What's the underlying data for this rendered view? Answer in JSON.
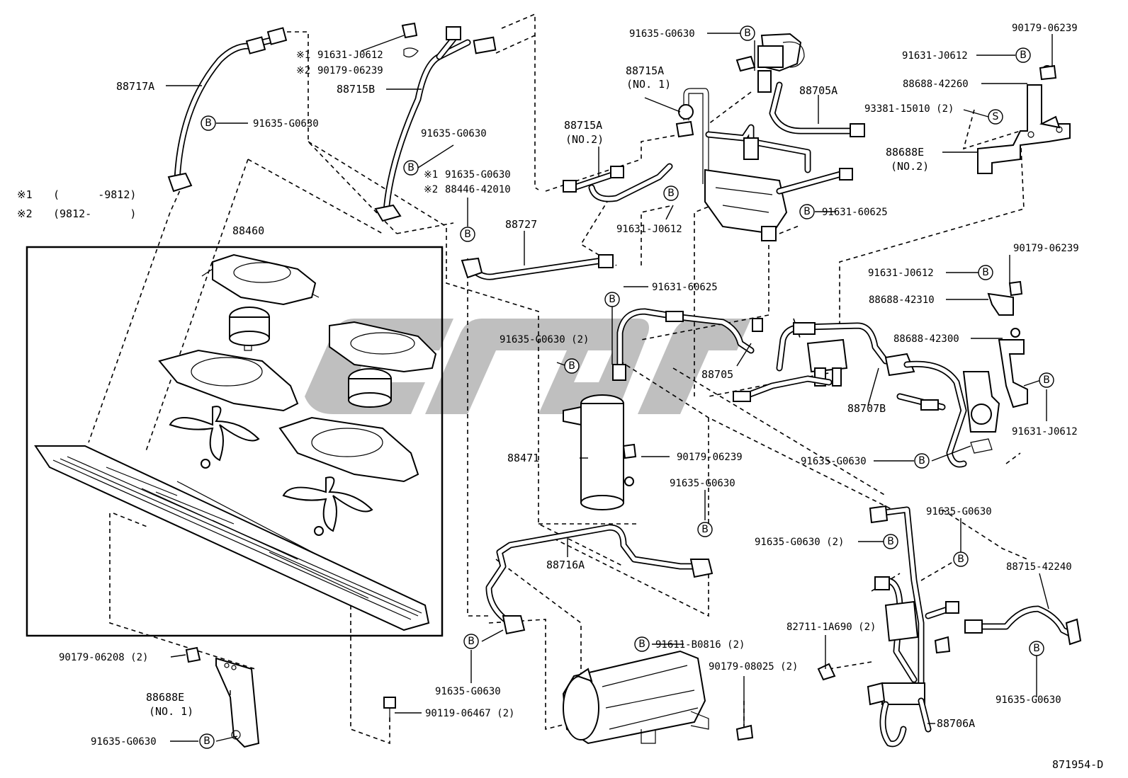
{
  "diagram_id": "871954-D",
  "legend": {
    "note1_mark": "※1",
    "note1_range": "(      -9812)",
    "note2_mark": "※2",
    "note2_range": "(9812-      )"
  },
  "markers": {
    "bolt": "B",
    "screw": "S"
  },
  "labels": {
    "p88717A": "88717A",
    "p88715B": "88715B",
    "p88715A_no1": "88715A",
    "p88715A_no1_sub": "(NO. 1)",
    "p88715A_no2": "88715A",
    "p88715A_no2_sub": "(NO.2)",
    "p88705A": "88705A",
    "p88727": "88727",
    "p88460": "88460",
    "p88705": "88705",
    "p88707B": "88707B",
    "p88471": "88471",
    "p88716A": "88716A",
    "p88688E_no2": "88688E",
    "p88688E_no2_sub": "(NO.2)",
    "p88688E_no1": "88688E",
    "p88688E_no1_sub": "(NO. 1)",
    "p88715_42240": "88715-42240",
    "p88706A": "88706A",
    "p88688_42260": "88688-42260",
    "p88688_42310": "88688-42310",
    "p88688_42300": "88688-42300",
    "note_j0612_mark": "※1",
    "note_j0612": "91631-J0612",
    "note_06239_mark": "※2",
    "note_06239": "90179-06239",
    "note_g0630_mark": "※1",
    "note_g0630": "91635-G0630",
    "note_42010_mark": "※2",
    "note_42010": "88446-42010",
    "b_88717": "91635-G0630",
    "b_88715b": "91635-G0630",
    "b_top_valve": "91635-G0630",
    "b_j0612_mid": "91631-J0612",
    "b_60625_mid": "91631-60625",
    "b_60625_lower": "91631-60625",
    "b_g0630_2_mid": "91635-G0630 (2)",
    "b_06239_tank": "90179-06239",
    "b_g0630_tank_low": "91635-G0630",
    "b_g0630_right_mid": "91635-G0630",
    "b_g0630_2_right": "91635-G0630 (2)",
    "b_g0630_right_low": "91635-G0630",
    "b_j0612_right": "91631-J0612",
    "b_06239_top_right": "90179-06239",
    "b_j0612_top_right": "91631-J0612",
    "s_15010": "93381-15010 (2)",
    "b_06239_right_mid": "90179-06239",
    "b_j0612_right_mid": "91631-J0612",
    "b_g0630_bottom_mid": "91635-G0630",
    "b_b0816": "91611-B0816 (2)",
    "b_08025": "90179-08025 (2)",
    "b_1a690": "82711-1A690 (2)",
    "b_06208": "90179-06208 (2)",
    "b_06467": "90119-06467 (2)",
    "b_g0630_bottom_left": "91635-G0630",
    "b_g0630_bottom_right": "91635-G0630"
  }
}
